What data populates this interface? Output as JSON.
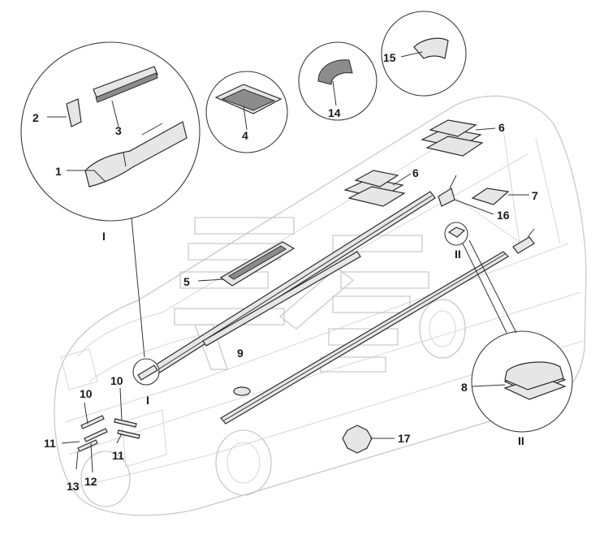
{
  "callouts": {
    "c1": "1",
    "c2": "2",
    "c3": "3",
    "c4": "4",
    "c5": "5",
    "c6a": "6",
    "c6b": "6",
    "c7": "7",
    "c8": "8",
    "c9": "9",
    "c10a": "10",
    "c10b": "10",
    "c11a": "11",
    "c11b": "11",
    "c12": "12",
    "c13": "13",
    "c14": "14",
    "c15": "15",
    "c16": "16",
    "c17": "17"
  },
  "detail_markers": {
    "detail_I_label": "I",
    "detail_I_ref": "I",
    "detail_II_label": "II",
    "detail_II_ref": "II"
  },
  "colors": {
    "line": "#2b2b2b",
    "ghost": "#c9c9c9",
    "fill": "#e6e6e6"
  }
}
